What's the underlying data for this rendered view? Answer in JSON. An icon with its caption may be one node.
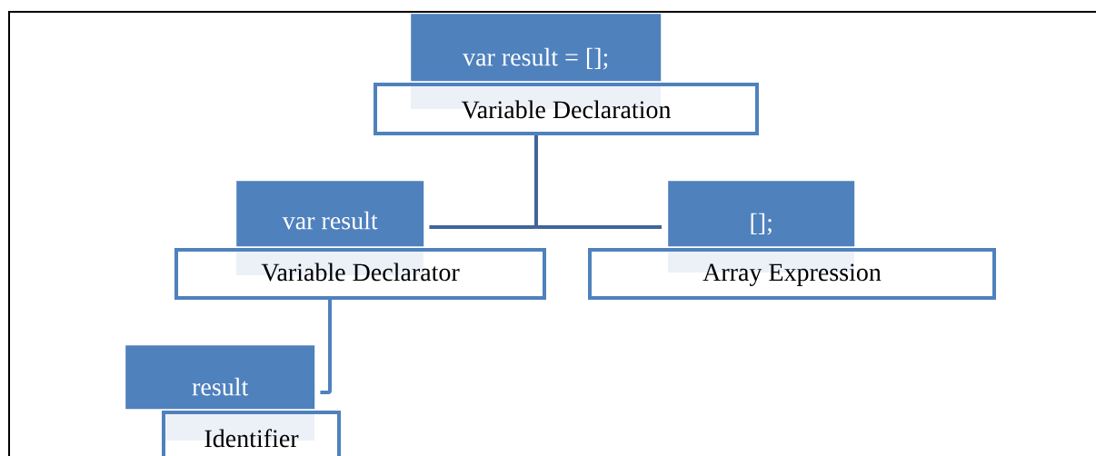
{
  "diagram": {
    "nodes": [
      {
        "text": [
          "var result = [];"
        ]
      },
      {
        "text": [
          "Variable Declaration"
        ]
      },
      {
        "text": [
          "var result"
        ]
      },
      {
        "text": [
          "Variable Declarator"
        ]
      },
      {
        "text": [
          "[];"
        ]
      },
      {
        "text": [
          "Array Expression"
        ]
      },
      {
        "text": [
          "result"
        ]
      },
      {
        "text": [
          "Identifier"
        ]
      }
    ],
    "edges": [
      {
        "from": 1,
        "to": 2,
        "arrow": "none"
      },
      {
        "from": 1,
        "to": 4,
        "arrow": "none"
      },
      {
        "from": 3,
        "to": 6,
        "arrow": "none",
        "color": "#4f81bd"
      }
    ]
  }
}
